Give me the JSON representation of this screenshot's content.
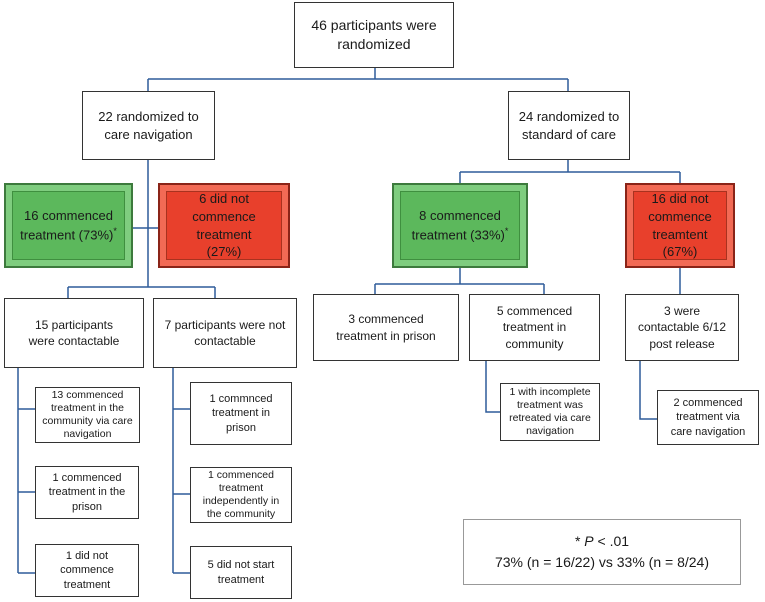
{
  "boxes": {
    "root": "46 participants were randomized",
    "care_nav": "22 randomized to care navigation",
    "standard": "24 randomized to standard of care",
    "cn_commenced": {
      "main": "16 commenced treatment (73%)",
      "sup": "*"
    },
    "cn_not_commenced": "6 did not commence treatment (27%)",
    "sc_commenced": {
      "main": "8 commenced treatment (33%)",
      "sup": "*"
    },
    "sc_not_commenced": "16 did not commence treamtent (67%)",
    "contactable": "15 participants were contactable",
    "not_contactable": "7 participants were not contactable",
    "prison": "3 commenced treatment in prison",
    "community": "5 commenced treatment in community",
    "contactable_post": "3 were contactable 6/12 post release",
    "c13": "13 commenced treatment in the community via care navigation",
    "c1_prison": "1 commenced treatment in the prison",
    "c1_not": "1 did not commence treatment",
    "n1_prison": "1 commnced treatment in prison",
    "n1_indep": "1 commenced treatment independently in the community",
    "n5": "5 did not start treatment",
    "incomplete": "1 with incomplete treatment was retreated via care navigation",
    "two_commenced": "2 commenced treatment via care navigation"
  },
  "note": {
    "star": "* ",
    "p": "P",
    "p_value": " < .01",
    "comparison": "73% (n = 16/22) vs 33% (n = 8/24)"
  },
  "colors": {
    "green": "#5cb85c",
    "red": "#e8402c",
    "connector": "#2e5c9a"
  }
}
